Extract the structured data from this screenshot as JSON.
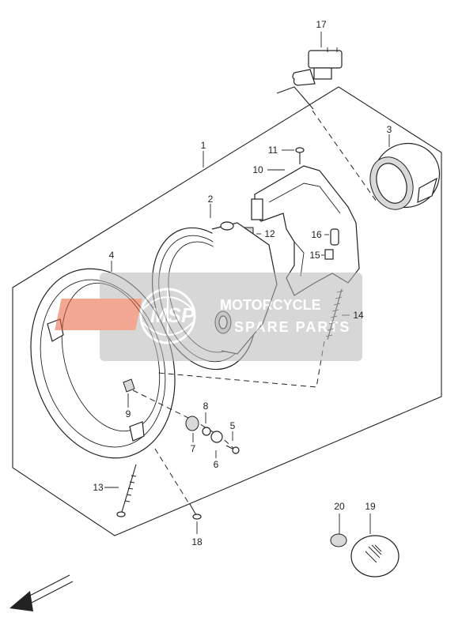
{
  "colors": {
    "line": "#222222",
    "watermark_bg": "#b8b8b8",
    "watermark_logo": "#e8603c",
    "watermark_text": "#ffffff"
  },
  "watermark": {
    "logo_text": "MSP",
    "line1": "MOTORCYCLE",
    "line2": "SPARE PARTS"
  },
  "callouts": [
    {
      "id": "p1",
      "label": "1"
    },
    {
      "id": "p2",
      "label": "2"
    },
    {
      "id": "p3",
      "label": "3"
    },
    {
      "id": "p4",
      "label": "4"
    },
    {
      "id": "p5",
      "label": "5"
    },
    {
      "id": "p6",
      "label": "6"
    },
    {
      "id": "p7",
      "label": "7"
    },
    {
      "id": "p8",
      "label": "8"
    },
    {
      "id": "p9",
      "label": "9"
    },
    {
      "id": "p10",
      "label": "10"
    },
    {
      "id": "p11",
      "label": "11"
    },
    {
      "id": "p12",
      "label": "12"
    },
    {
      "id": "p13",
      "label": "13"
    },
    {
      "id": "p14",
      "label": "14"
    },
    {
      "id": "p15",
      "label": "15"
    },
    {
      "id": "p16",
      "label": "16"
    },
    {
      "id": "p17",
      "label": "17"
    },
    {
      "id": "p18",
      "label": "18"
    },
    {
      "id": "p19",
      "label": "19"
    },
    {
      "id": "p20",
      "label": "20"
    }
  ],
  "icons": {
    "direction_arrow": "front-arrow-icon"
  }
}
